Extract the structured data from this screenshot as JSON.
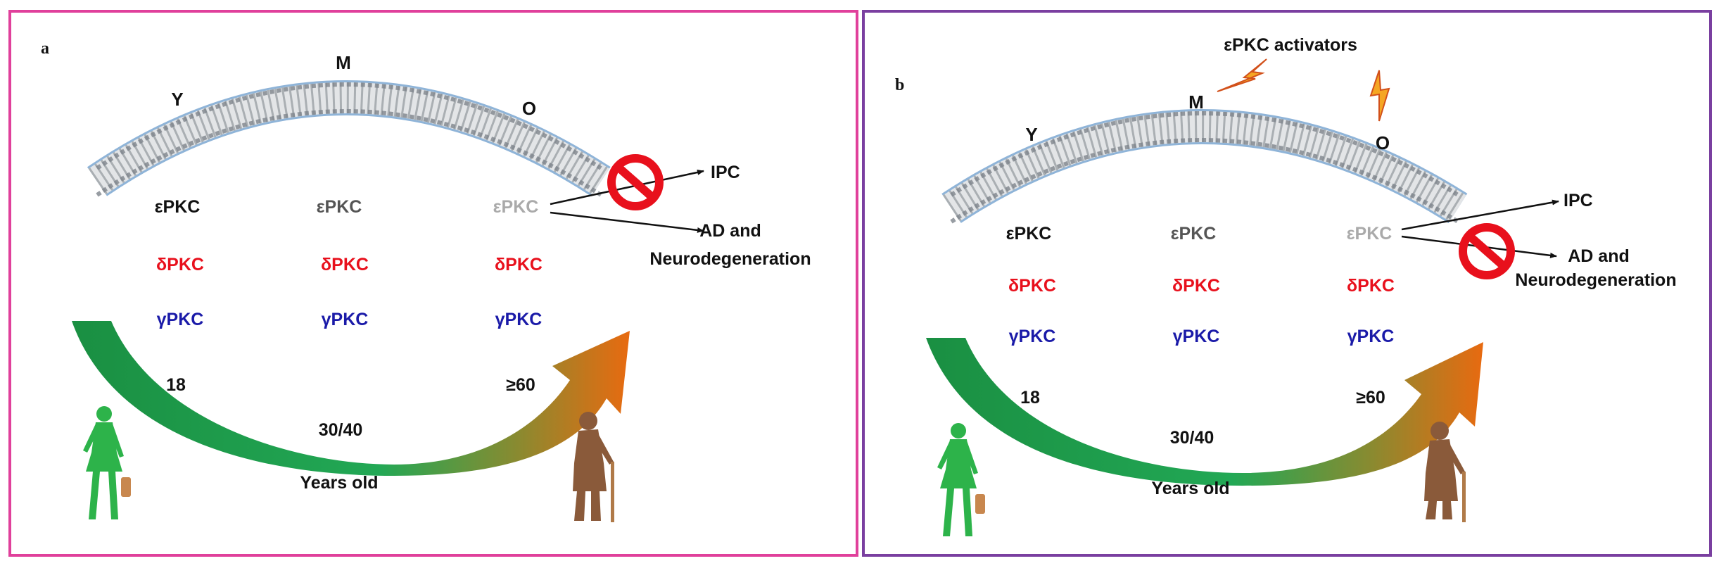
{
  "colors": {
    "panel_a_border": "#e0409b",
    "panel_b_border": "#7a3fa0",
    "epkc_young": "#111111",
    "epkc_middle": "#555555",
    "epkc_old": "#aaaaaa",
    "dpkc": "#e8101c",
    "gpkc": "#1a1aa8",
    "arc_green": "#1f9a48",
    "arc_orange": "#e07018",
    "person_young": "#2db34a",
    "person_old": "#8a5a3a",
    "bolt": "#f5a623",
    "no_sign": "#e8101c"
  },
  "panel_a": {
    "letter": "a",
    "age_labels": {
      "young": "Y",
      "middle": "M",
      "old": "O"
    },
    "columns": [
      {
        "epkc": "εPKC",
        "dpkc": "δPKC",
        "gpkc": "γPKC"
      },
      {
        "epkc": "εPKC",
        "dpkc": "δPKC",
        "gpkc": "γPKC"
      },
      {
        "epkc": "εPKC",
        "dpkc": "δPKC",
        "gpkc": "γPKC"
      }
    ],
    "outputs": {
      "ipc": "IPC",
      "ad_line1": "AD and",
      "ad_line2": "Neurodegeneration"
    },
    "ages": {
      "young": "18",
      "middle": "30/40",
      "old": "≥60"
    },
    "years_label": "Years old",
    "icons": [
      "membrane-icon",
      "no-sign-icon",
      "young-woman-icon",
      "elderly-person-icon",
      "age-arrow-icon"
    ]
  },
  "panel_b": {
    "letter": "b",
    "activators_label": "εPKC activators",
    "age_labels": {
      "young": "Y",
      "middle": "M",
      "old": "O"
    },
    "columns": [
      {
        "epkc": "εPKC",
        "dpkc": "δPKC",
        "gpkc": "γPKC"
      },
      {
        "epkc": "εPKC",
        "dpkc": "δPKC",
        "gpkc": "γPKC"
      },
      {
        "epkc": "εPKC",
        "dpkc": "δPKC",
        "gpkc": "γPKC"
      }
    ],
    "outputs": {
      "ipc": "IPC",
      "ad_line1": "AD and",
      "ad_line2": "Neurodegeneration"
    },
    "ages": {
      "young": "18",
      "middle": "30/40",
      "old": "≥60"
    },
    "years_label": "Years old",
    "icons": [
      "membrane-icon",
      "lightning-bolt-icon",
      "no-sign-icon",
      "young-woman-icon",
      "elderly-person-icon",
      "age-arrow-icon"
    ]
  }
}
